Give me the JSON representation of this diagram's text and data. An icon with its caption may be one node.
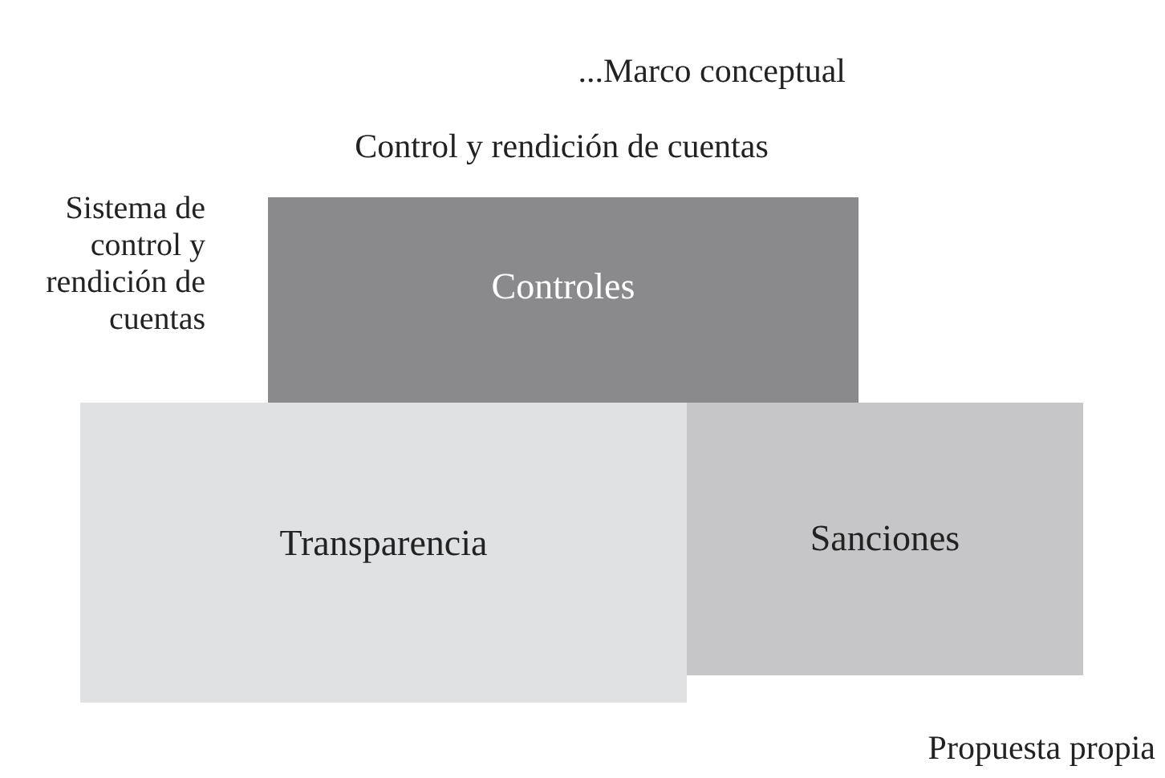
{
  "diagram": {
    "title": "Control y rendición de cuentas",
    "caption": "Propuesta propia",
    "nodes": [
      {
        "text": [
          "Controles"
        ]
      },
      {
        "text": [
          "Transparencia"
        ]
      },
      {
        "text": [
          "Sanciones"
        ]
      }
    ],
    "labels": [
      "...Marco conceptual",
      "Sistema de control y rendición de cuentas"
    ]
  }
}
